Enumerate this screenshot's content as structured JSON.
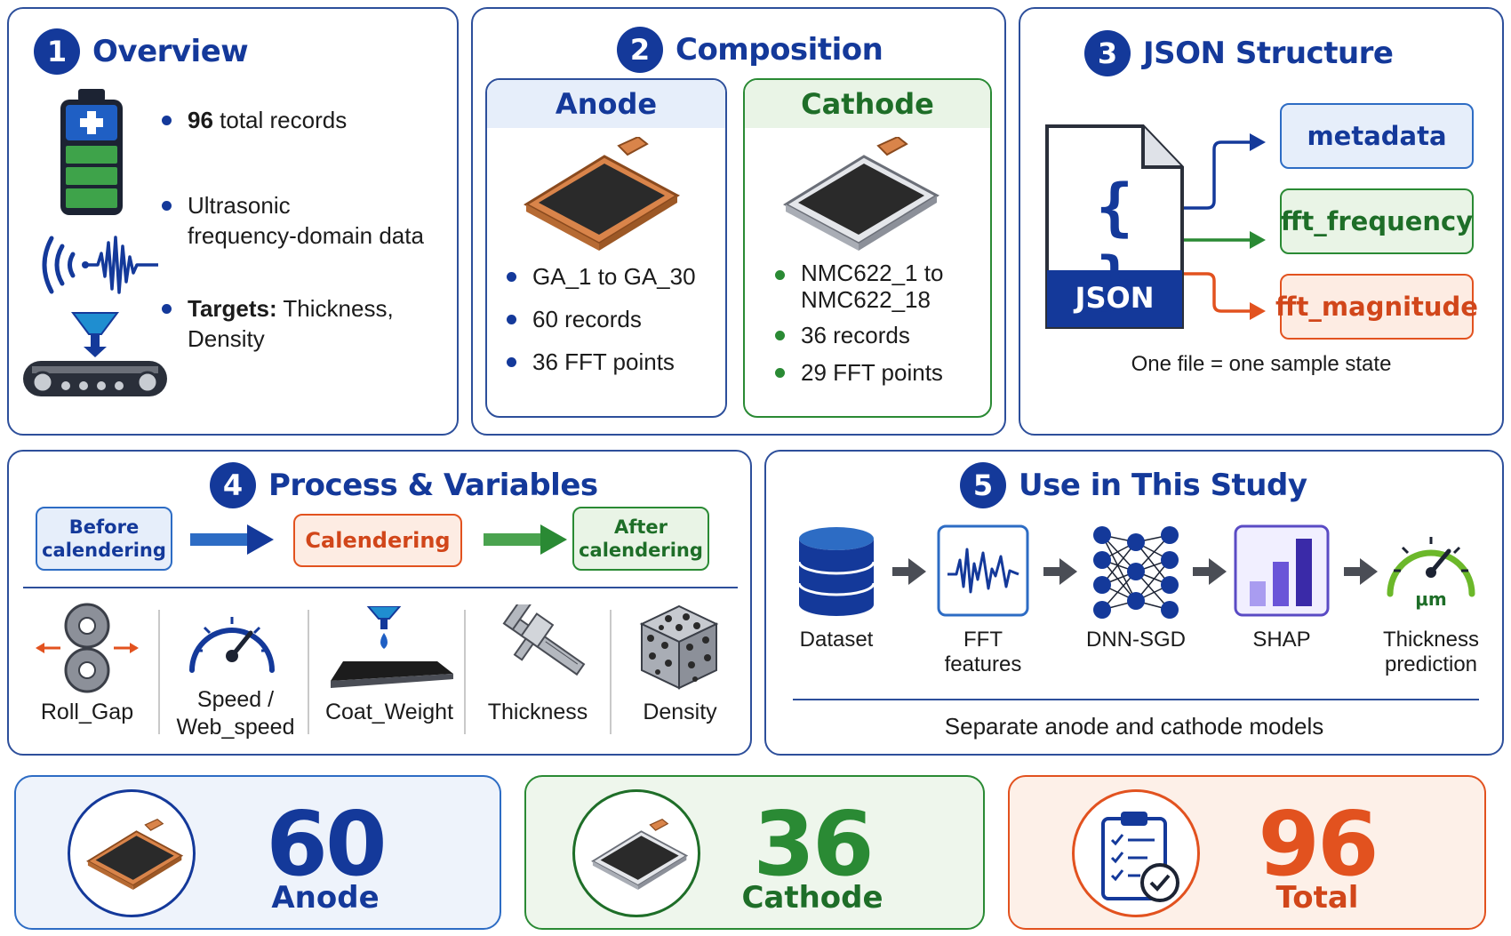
{
  "colors": {
    "navy": "#14399a",
    "green": "#2a8a34",
    "orange": "#e2521f",
    "anode_fill": "#eef3fb",
    "cathode_fill": "#eef6ec",
    "total_fill": "#fdf0e8"
  },
  "overview": {
    "number": "1",
    "title": "Overview",
    "bullets": [
      {
        "bold": "96",
        "text": " total records",
        "icon": "battery-icon"
      },
      {
        "bold": "",
        "line1": "Ultrasonic",
        "line2": "frequency-domain data",
        "icon": "ultrasonic-wave-icon"
      },
      {
        "bold": "Targets:",
        "text": " Thickness,",
        "line2": "Density",
        "icon": "calendering-machine-icon"
      }
    ]
  },
  "composition": {
    "number": "2",
    "title": "Composition",
    "anode": {
      "title": "Anode",
      "items": [
        "GA_1 to GA_30",
        "60 records",
        "36 FFT points"
      ]
    },
    "cathode": {
      "title": "Cathode",
      "item1_line1": "NMC622_1 to",
      "item1_line2": "NMC622_18",
      "items": [
        "36 records",
        "29 FFT points"
      ]
    }
  },
  "json_structure": {
    "number": "3",
    "title": "JSON Structure",
    "file_label": "JSON",
    "braces": "{ }",
    "keys": [
      "metadata",
      "fft_frequency",
      "fft_magnitude"
    ],
    "caption": "One file = one sample state"
  },
  "process": {
    "number": "4",
    "title": "Process & Variables",
    "before_line1": "Before",
    "before_line2": "calendering",
    "calendering": "Calendering",
    "after_line1": "After",
    "after_line2": "calendering",
    "variables": [
      {
        "line1": "Roll_Gap",
        "line2": "",
        "icon": "roll-gap-icon"
      },
      {
        "line1": "Speed /",
        "line2": "Web_speed",
        "icon": "speedometer-icon"
      },
      {
        "line1": "Coat_Weight",
        "line2": "",
        "icon": "coating-nozzle-icon"
      },
      {
        "line1": "Thickness",
        "line2": "",
        "icon": "caliper-icon"
      },
      {
        "line1": "Density",
        "line2": "",
        "icon": "porous-cube-icon"
      }
    ]
  },
  "study": {
    "number": "5",
    "title": "Use in This Study",
    "steps": [
      {
        "line1": "Dataset",
        "line2": "",
        "icon": "database-icon"
      },
      {
        "line1": "FFT",
        "line2": "features",
        "icon": "fft-signal-icon"
      },
      {
        "line1": "DNN-SGD",
        "line2": "",
        "icon": "neural-network-icon"
      },
      {
        "line1": "SHAP",
        "line2": "",
        "icon": "bar-chart-icon"
      },
      {
        "line1": "Thickness",
        "line2": "prediction",
        "icon": "gauge-icon"
      }
    ],
    "gauge_unit": "μm",
    "caption": "Separate anode and cathode models"
  },
  "totals": {
    "anode": {
      "value": "60",
      "label": "Anode"
    },
    "cathode": {
      "value": "36",
      "label": "Cathode"
    },
    "total": {
      "value": "96",
      "label": "Total"
    }
  }
}
